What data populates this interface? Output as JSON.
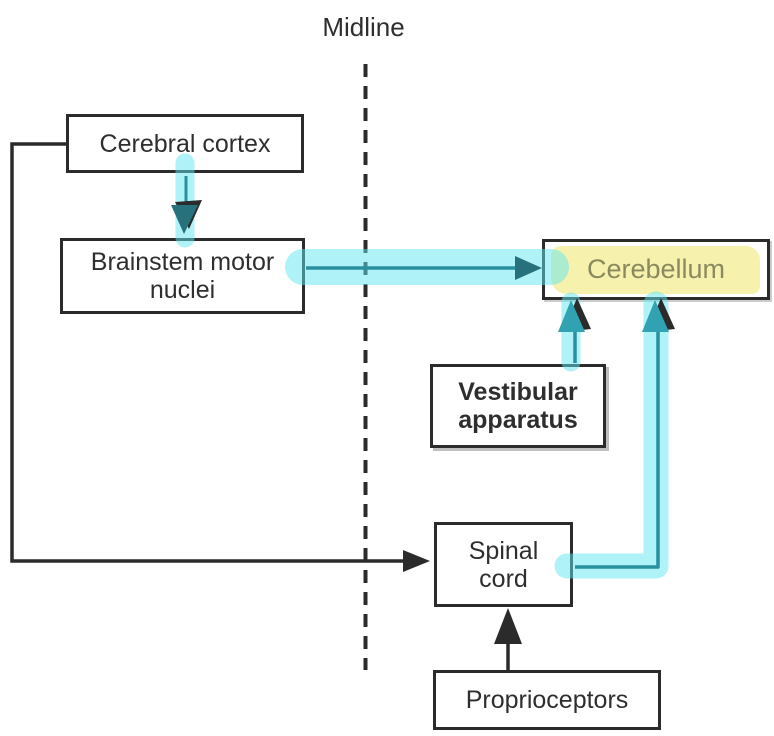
{
  "diagram": {
    "midline_label": "Midline",
    "nodes": {
      "cerebral_cortex": {
        "label": "Cerebral cortex"
      },
      "brainstem": {
        "label": "Brainstem motor nuclei"
      },
      "cerebellum": {
        "label": "Cerebellum"
      },
      "vestibular": {
        "label": "Vestibular apparatus"
      },
      "spinal_cord": {
        "label": "Spinal cord"
      },
      "proprioceptors": {
        "label": "Proprioceptors"
      }
    },
    "edges": [
      {
        "from": "cerebral_cortex",
        "to": "brainstem",
        "style": "teal-arrow-cyan-highlight"
      },
      {
        "from": "brainstem",
        "to": "cerebellum",
        "style": "teal-arrow-cyan-highlight"
      },
      {
        "from": "vestibular",
        "to": "cerebellum",
        "style": "teal-arrow-cyan-highlight"
      },
      {
        "from": "spinal_cord",
        "to": "cerebellum",
        "style": "teal-arrow-cyan-highlight"
      },
      {
        "from": "cerebral_cortex",
        "to": "spinal_cord",
        "style": "black-arrow"
      },
      {
        "from": "proprioceptors",
        "to": "spinal_cord",
        "style": "black-arrow"
      }
    ],
    "colors": {
      "line_black": "#2b2b2b",
      "teal_line": "#28909e",
      "teal_head": "#31a2b1",
      "teal_dark_head": "#26717c",
      "highlight_cyan": "#5fe6f0",
      "highlight_yellow": "#f6f2ae",
      "cerebellum_text": "#8a8a5e"
    }
  }
}
